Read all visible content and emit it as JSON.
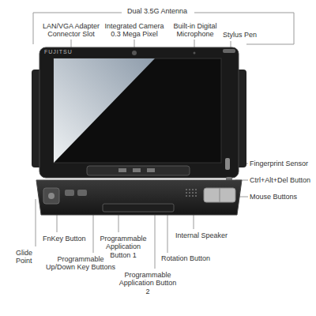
{
  "diagram": {
    "labels": [
      "Dual 3.5G Antenna",
      "LAN/VGA Adapter Connector Slot",
      "Integrated Camera 0.3 Mega Pixel",
      "Built-in Digital Microphone",
      "Stylus Pen",
      "FUJITSU",
      "Fingerprint Sensor",
      "Ctrl+Alt+Del Button",
      "Mouse Buttons",
      "FnKey Button",
      "Programmable Application Button 1",
      "Internal Speaker",
      "Glide Point",
      "Programmable Up/Down Key Buttons",
      "Rotation Button",
      "Programmable Application Button 2"
    ]
  }
}
